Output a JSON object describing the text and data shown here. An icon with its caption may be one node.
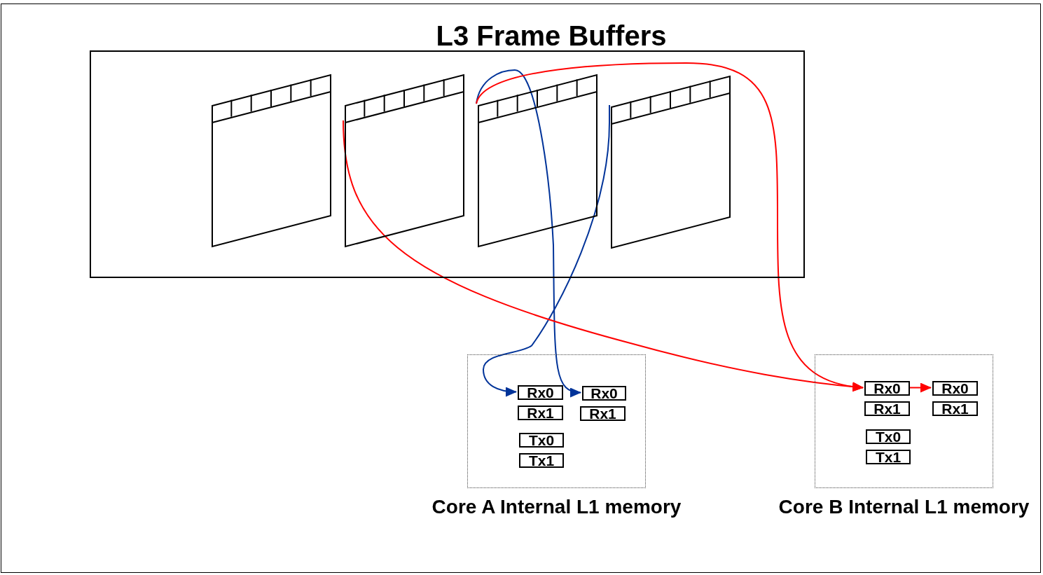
{
  "diagram": {
    "nodes": [
      {
        "text": [
          "L3 Frame Buffers"
        ]
      },
      {
        "text": [],
        "shape": "box",
        "in": 0
      },
      {
        "text": [],
        "shape": "box",
        "in": 0
      },
      {
        "text": [],
        "shape": "box",
        "in": 0
      },
      {
        "text": [],
        "shape": "box",
        "in": 0
      },
      {
        "text": [
          "Core A Internal L1 memory"
        ]
      },
      {
        "text": [
          "Rx0"
        ],
        "in": 5
      },
      {
        "text": [
          "Rx0"
        ],
        "in": 5
      },
      {
        "text": [
          "Rx1"
        ],
        "in": 5
      },
      {
        "text": [
          "Rx1"
        ],
        "in": 5
      },
      {
        "text": [
          "Tx0"
        ],
        "in": 5
      },
      {
        "text": [
          "Tx1"
        ],
        "in": 5
      },
      {
        "text": [
          "Core B Internal L1 memory"
        ]
      },
      {
        "text": [
          "Rx0"
        ],
        "in": 12
      },
      {
        "text": [
          "Rx0"
        ],
        "in": 12
      },
      {
        "text": [
          "Rx1"
        ],
        "in": 12
      },
      {
        "text": [
          "Rx1"
        ],
        "in": 12
      },
      {
        "text": [
          "Tx0"
        ],
        "in": 12
      },
      {
        "text": [
          "Tx1"
        ],
        "in": 12
      }
    ],
    "edges": [
      {
        "from": 3,
        "to": 7,
        "arrow": "to",
        "color": "#003399"
      },
      {
        "from": 4,
        "to": 6,
        "arrow": "to",
        "color": "#003399"
      },
      {
        "from": 2,
        "to": 13,
        "arrow": "to"
      },
      {
        "from": 3,
        "to": 13,
        "arrow": "to"
      },
      {
        "from": 13,
        "to": 14,
        "arrow": "to"
      }
    ]
  }
}
